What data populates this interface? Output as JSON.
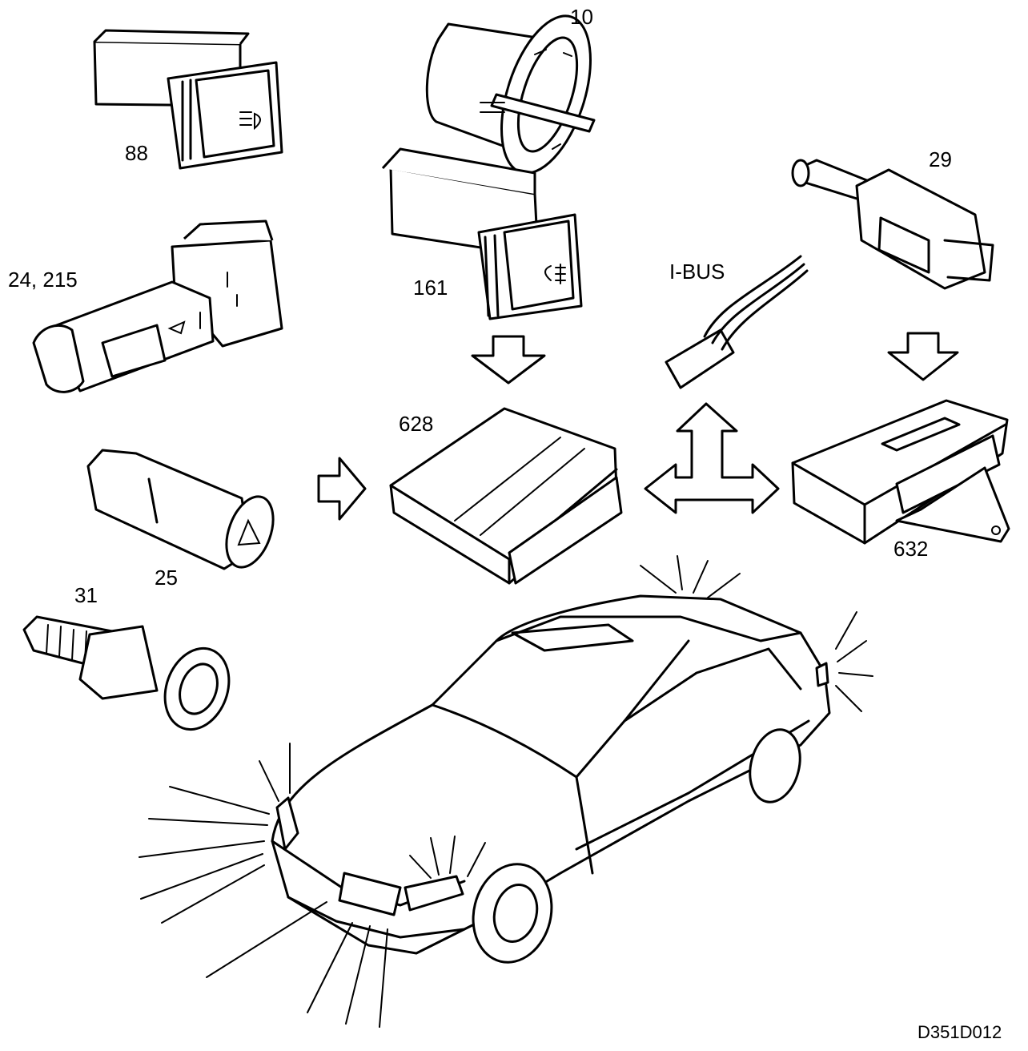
{
  "labels": {
    "part_88": "88",
    "part_10": "10",
    "part_29": "29",
    "part_24_215": "24, 215",
    "part_161": "161",
    "ibus": "I-BUS",
    "part_628": "628",
    "part_25": "25",
    "part_632": "632",
    "part_31": "31"
  },
  "drawing_code": "D351D012",
  "components": [
    {
      "label": "88",
      "icon": "fog-lamp-switch-icon"
    },
    {
      "label": "10",
      "icon": "light-switch-icon"
    },
    {
      "label": "161",
      "icon": "rear-fog-switch-icon"
    },
    {
      "label": "29",
      "icon": "brake-light-switch-icon"
    },
    {
      "label": "24, 215",
      "icon": "turn-signal-stalk-icon"
    },
    {
      "label": "628",
      "icon": "control-module-icon"
    },
    {
      "label": "25",
      "icon": "hazard-switch-icon"
    },
    {
      "label": "632",
      "icon": "control-module-icon"
    },
    {
      "label": "31",
      "icon": "reversing-light-switch-icon"
    }
  ]
}
